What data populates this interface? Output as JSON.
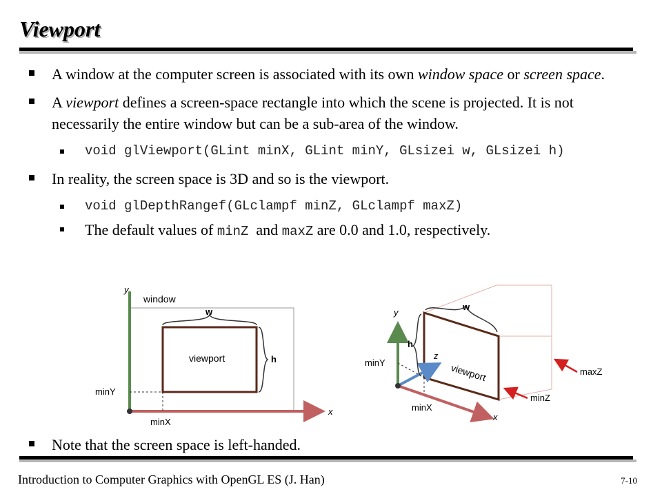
{
  "slide": {
    "title": "Viewport",
    "bullets": [
      {
        "pre": "A window at the computer screen is associated with its own ",
        "em1": "window space",
        "mid": " or ",
        "em2": "screen space",
        "post": "."
      },
      {
        "pre": "A ",
        "em": "viewport",
        "post": " defines a screen-space rectangle into which the scene is projected. It is not necessarily the entire window but can be a sub-area of the window."
      },
      {
        "code": "void glViewport(GLint minX, GLint minY, GLsizei w, GLsizei h)"
      },
      {
        "text": "In reality, the screen space is 3D and so is the viewport."
      },
      {
        "code": "void glDepthRangef(GLclampf minZ, GLclampf maxZ)"
      },
      {
        "pre": "The default values of ",
        "code1": "minZ",
        "mid": "  and ",
        "code2": "maxZ",
        "post": " are 0.0 and 1.0, respectively."
      },
      {
        "text": "Note that the screen space is left-handed."
      }
    ],
    "footer": {
      "left": "Introduction to Computer Graphics with OpenGL ES (J. Han)",
      "page": "7-10"
    }
  },
  "diagram2d": {
    "y": "y",
    "x": "x",
    "window": "window",
    "w": "w",
    "h": "h",
    "viewport": "viewport",
    "minY": "minY",
    "minX": "minX"
  },
  "diagram3d": {
    "y": "y",
    "x": "x",
    "z": "z",
    "w": "w",
    "h": "h",
    "viewport": "viewport",
    "minY": "minY",
    "minX": "minX",
    "minZ": "minZ",
    "maxZ": "maxZ"
  },
  "colors": {
    "y_axis": "#5a8a4e",
    "x_axis": "#c06060",
    "z_axis": "#5a8ac8",
    "viewport_border": "#5a2a1a",
    "arrow": "#d42020"
  }
}
